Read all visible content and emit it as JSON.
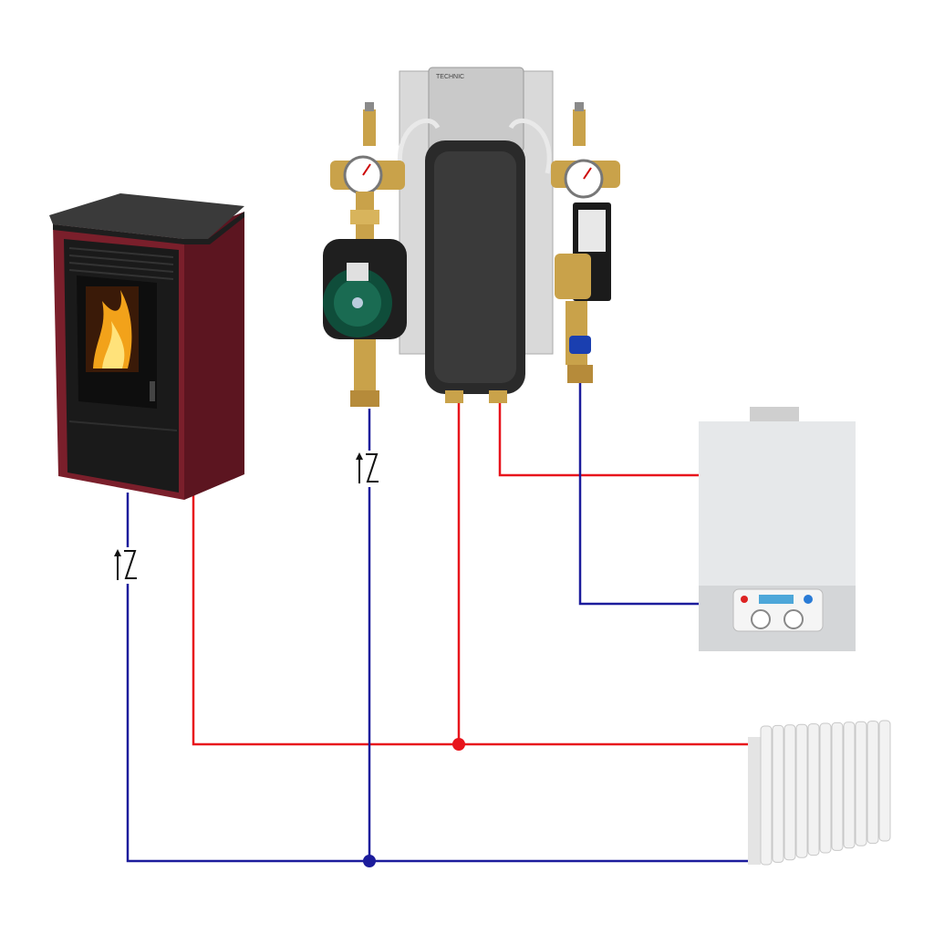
{
  "diagram": {
    "background": "#ffffff",
    "colors": {
      "flow_pipe": "#e8141c",
      "return_pipe": "#1c1c9c",
      "stove_body": "#7a1f2b",
      "stove_top": "#3a3a3a",
      "module_dark": "#2a2a2a",
      "brass": "#c9a24a",
      "boiler_body": "#e6e8ea",
      "radiator": "#f2f2f2"
    },
    "components": {
      "pellet_stove": {
        "icon": "pellet-stove-icon"
      },
      "hydraulic_module": {
        "icon": "hydraulic-module-icon",
        "brand_label": "TECHNIC"
      },
      "wall_boiler": {
        "icon": "wall-boiler-icon"
      },
      "radiator": {
        "icon": "radiator-icon"
      }
    },
    "check_valves": [
      {
        "icon": "check-valve-icon",
        "location": "stove-return"
      },
      {
        "icon": "check-valve-icon",
        "location": "module-return"
      }
    ],
    "junctions": [
      {
        "icon": "junction-dot",
        "pipe": "flow"
      },
      {
        "icon": "junction-dot",
        "pipe": "return"
      }
    ]
  }
}
